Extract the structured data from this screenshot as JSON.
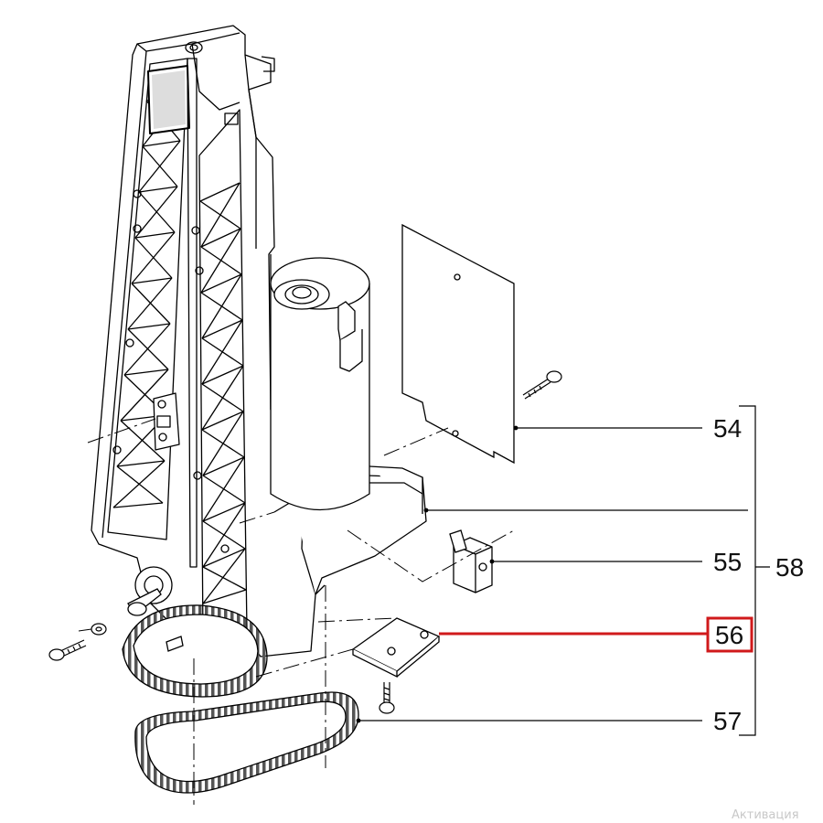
{
  "callouts": {
    "p54": "54",
    "p55": "55",
    "p56": "56",
    "p57": "57",
    "p58": "58"
  },
  "highlight_color": "#d0191b",
  "line_color": "#000000",
  "watermark": "Активация"
}
